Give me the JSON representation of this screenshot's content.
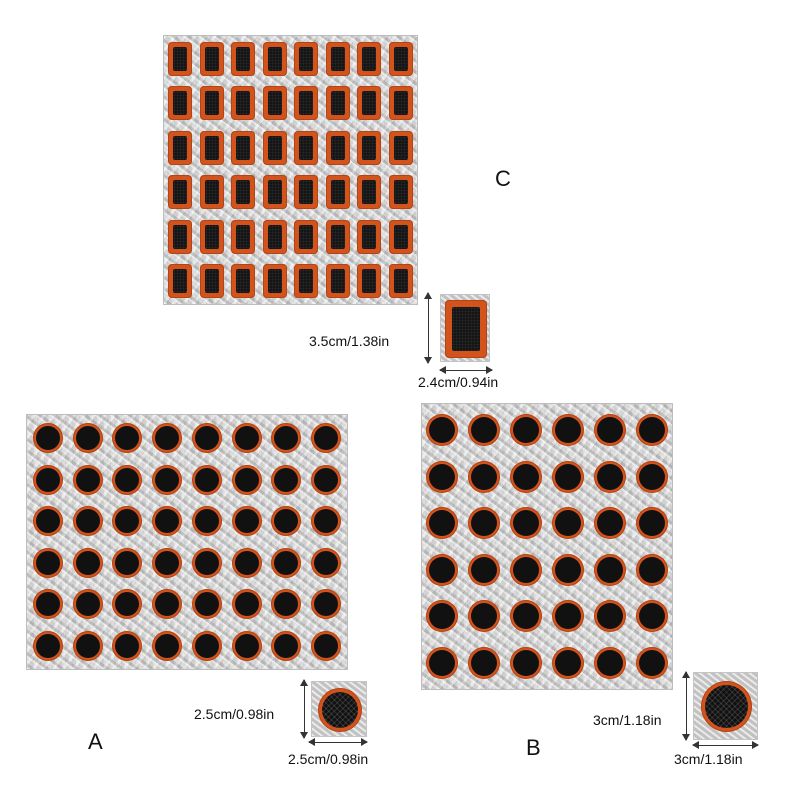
{
  "labels": {
    "a": "A",
    "b": "B",
    "c": "C"
  },
  "dimensions": {
    "c_height": "3.5cm/1.38in",
    "c_width": "2.4cm/0.94in",
    "a_height": "2.5cm/0.98in",
    "a_width": "2.5cm/0.98in",
    "b_height": "3cm/1.18in",
    "b_width": "3cm/1.18in"
  },
  "sheets": {
    "c": {
      "shape": "rectangle",
      "columns": 8,
      "rows": 6
    },
    "a": {
      "shape": "round",
      "columns": 8,
      "rows": 6
    },
    "b": {
      "shape": "round",
      "columns": 6,
      "rows": 6
    }
  },
  "colors": {
    "patch_rim": "#d2531c",
    "patch_center": "#151515",
    "foil": "#cfcfcf"
  }
}
